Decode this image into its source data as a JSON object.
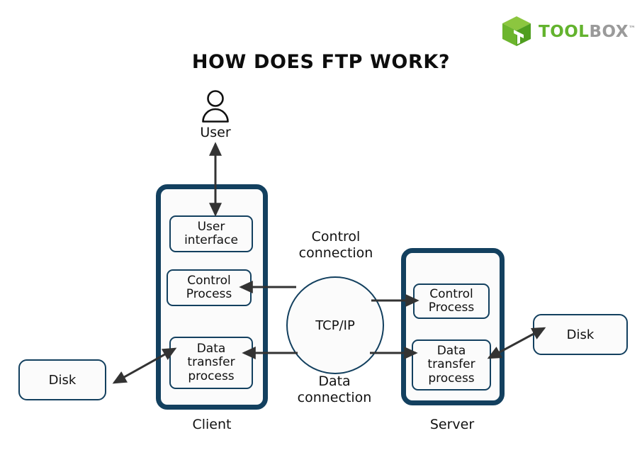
{
  "logo": {
    "mark_icon": "cube-icon",
    "text_primary": "TOOL",
    "text_secondary": "BOX",
    "trademark": "™",
    "colors": {
      "cube_top": "#8cc63f",
      "cube_left": "#6cb52d",
      "cube_right": "#4f9e1f",
      "wordmark_primary": "#63b32e",
      "wordmark_secondary": "#9a9a9a"
    }
  },
  "title": "HOW DOES FTP WORK?",
  "theme": {
    "border_navy": "#13405f",
    "box_fill": "#fbfbfb",
    "arrow": "#333333",
    "text": "#111111",
    "background": "#ffffff"
  },
  "actor": {
    "icon": "person-icon",
    "label": "User"
  },
  "client": {
    "role_label": "Client",
    "processes": [
      {
        "name": "user-interface",
        "label": "User\ninterface"
      },
      {
        "name": "control-process",
        "label": "Control\nProcess"
      },
      {
        "name": "data-transfer-process",
        "label": "Data\ntransfer\nprocess"
      }
    ]
  },
  "server": {
    "role_label": "Server",
    "processes": [
      {
        "name": "control-process",
        "label": "Control\nProcess"
      },
      {
        "name": "data-transfer-process",
        "label": "Data\ntransfer\nprocess"
      }
    ]
  },
  "network": {
    "node_label": "TCP/IP",
    "control_connection_label": "Control\nconnection",
    "data_connection_label": "Data\nconnection"
  },
  "storage": {
    "client_disk_label": "Disk",
    "server_disk_label": "Disk"
  },
  "connections": [
    {
      "name": "user-to-user-interface",
      "from": "User",
      "to": "User interface",
      "direction": "bidirectional"
    },
    {
      "name": "client-control-to-tcpip",
      "from": "TCP/IP",
      "to": "Control Process (Client)",
      "direction": "to-client"
    },
    {
      "name": "tcpip-to-server-control",
      "from": "TCP/IP",
      "to": "Control Process (Server)",
      "direction": "to-server"
    },
    {
      "name": "client-data-to-tcpip",
      "from": "TCP/IP",
      "to": "Data transfer process (Client)",
      "direction": "to-client"
    },
    {
      "name": "tcpip-to-server-data",
      "from": "TCP/IP",
      "to": "Data transfer process (Server)",
      "direction": "to-server"
    },
    {
      "name": "client-data-to-disk",
      "from": "Data transfer process (Client)",
      "to": "Disk",
      "direction": "bidirectional"
    },
    {
      "name": "server-data-to-disk",
      "from": "Data transfer process (Server)",
      "to": "Disk",
      "direction": "bidirectional"
    }
  ]
}
